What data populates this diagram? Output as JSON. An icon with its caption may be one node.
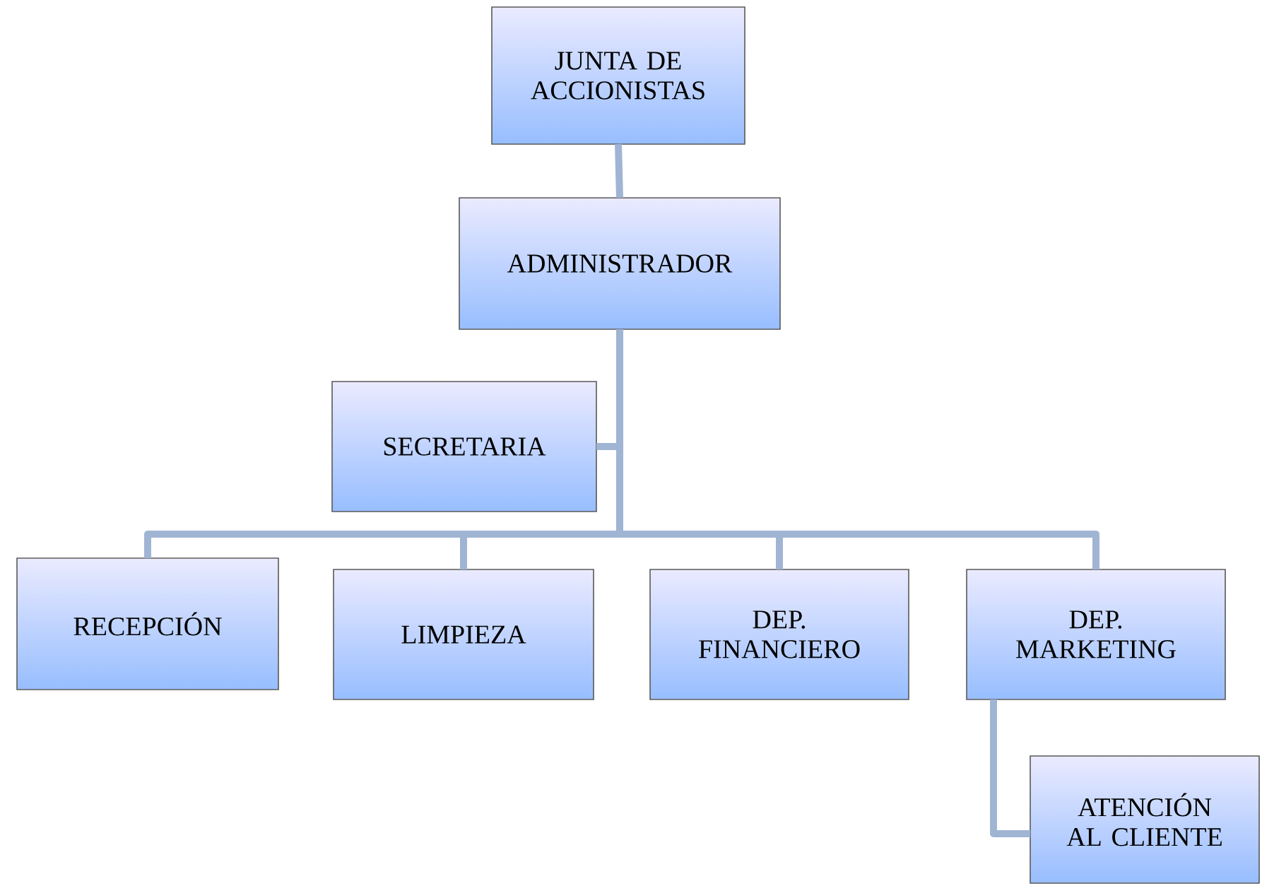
{
  "diagram": {
    "nodes": [
      {
        "text": [
          "JUNTA DE ACCIONISTAS"
        ]
      },
      {
        "text": [
          "ADMINISTRADOR"
        ]
      },
      {
        "text": [
          "SECRETARIA"
        ]
      },
      {
        "text": [
          "RECEPCIÓN"
        ]
      },
      {
        "text": [
          "LIMPIEZA"
        ]
      },
      {
        "text": [
          "DEP. FINANCIERO"
        ]
      },
      {
        "text": [
          "DEP. MARKETING"
        ]
      },
      {
        "text": [
          "ATENCIÓN AL CLIENTE"
        ]
      }
    ],
    "edges": [
      {
        "from": 0,
        "to": 1,
        "arrow": "none"
      },
      {
        "from": 1,
        "to": 2,
        "arrow": "none"
      },
      {
        "from": 1,
        "to": 3,
        "arrow": "none"
      },
      {
        "from": 1,
        "to": 4,
        "arrow": "none"
      },
      {
        "from": 1,
        "to": 5,
        "arrow": "none"
      },
      {
        "from": 1,
        "to": 6,
        "arrow": "none"
      },
      {
        "from": 6,
        "to": 7,
        "arrow": "none"
      }
    ]
  }
}
